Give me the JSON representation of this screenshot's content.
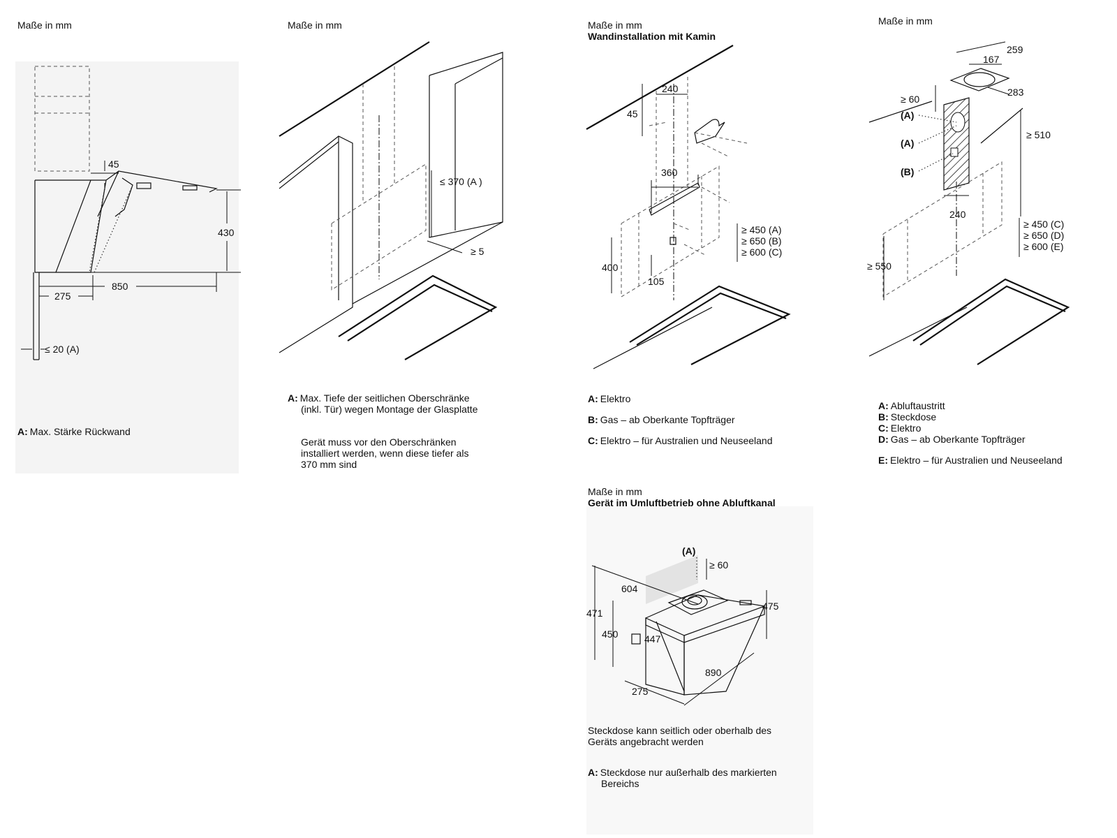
{
  "panel1": {
    "heading": "Maße in mm",
    "dims": {
      "d45": "45",
      "d430": "430",
      "d850": "850",
      "d275": "275",
      "d20": "≤ 20 (A)"
    },
    "legend": [
      {
        "key": "A:",
        "text": "Max. Stärke Rückwand"
      }
    ]
  },
  "panel2": {
    "heading": "Maße in mm",
    "dims": {
      "d370": "≤ 370 (A )",
      "d5": "≥ 5"
    },
    "legend": [
      {
        "key": "A:",
        "text": "Max. Tiefe der seitlichen Oberschränke",
        "text2": "(inkl. Tür) wegen Montage der Glasplatte"
      }
    ],
    "note": [
      "Gerät muss vor den Oberschränken",
      "installiert werden, wenn diese tiefer als",
      "370 mm sind"
    ]
  },
  "panel3": {
    "heading": "Maße in mm",
    "subheading": "Wandinstallation mit Kamin",
    "dims": {
      "d240": "240",
      "d45": "45",
      "d360": "360",
      "d400": "400",
      "d105": "105",
      "a": "≥ 450 (A)",
      "b": "≥ 650 (B)",
      "c": "≥ 600 (C)"
    },
    "legend": [
      {
        "key": "A:",
        "text": "Elektro"
      },
      {
        "key": "B:",
        "text": "Gas – ab Oberkante Topfträger"
      },
      {
        "key": "C:",
        "text": "Elektro – für Australien und Neuseeland"
      }
    ]
  },
  "panel4": {
    "heading": "Maße in mm",
    "dims": {
      "d259": "259",
      "d167": "167",
      "d283": "283",
      "d60": "≥ 60",
      "la1": "(A)",
      "la2": "(A)",
      "lb": "(B)",
      "d510": "≥ 510",
      "d240": "240",
      "d550": "≥ 550",
      "c": "≥ 450 (C)",
      "d": "≥ 650 (D)",
      "e": "≥ 600 (E)"
    },
    "legend": [
      {
        "key": "A:",
        "text": "Abluftaustritt"
      },
      {
        "key": "B:",
        "text": "Steckdose"
      },
      {
        "key": "C:",
        "text": "Elektro"
      },
      {
        "key": "D:",
        "text": "Gas – ab Oberkante Topfträger"
      },
      {
        "key": "E:",
        "text": "Elektro – für Australien und Neuseeland"
      }
    ]
  },
  "panel5": {
    "heading": "Maße in mm",
    "subheading": "Gerät im Umluftbetrieb ohne Abluftkanal",
    "dims": {
      "la": "(A)",
      "d60": "≥ 60",
      "d604": "604",
      "d471": "471",
      "d450": "450",
      "d447": "447",
      "d475": "475",
      "d890": "890",
      "d275": "275"
    },
    "note": [
      "Steckdose kann seitlich oder oberhalb des",
      "Geräts angebracht werden"
    ],
    "legend": [
      {
        "key": "A:",
        "text": "Steckdose nur außerhalb des markierten",
        "text2": "Bereichs"
      }
    ]
  }
}
